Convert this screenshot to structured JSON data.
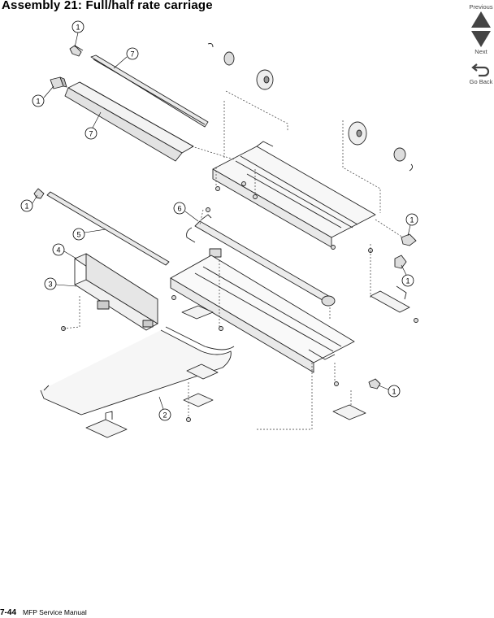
{
  "page": {
    "title": "Assembly 21:  Full/half rate carriage",
    "page_number": "7-44",
    "manual_name": "MFP Service Manual"
  },
  "nav": {
    "previous_label": "Previous",
    "next_label": "Next",
    "go_back_label": "Go Back"
  },
  "callouts": [
    "1",
    "7",
    "1",
    "7",
    "1",
    "5",
    "6",
    "4",
    "3",
    "1",
    "1",
    "1",
    "2"
  ]
}
